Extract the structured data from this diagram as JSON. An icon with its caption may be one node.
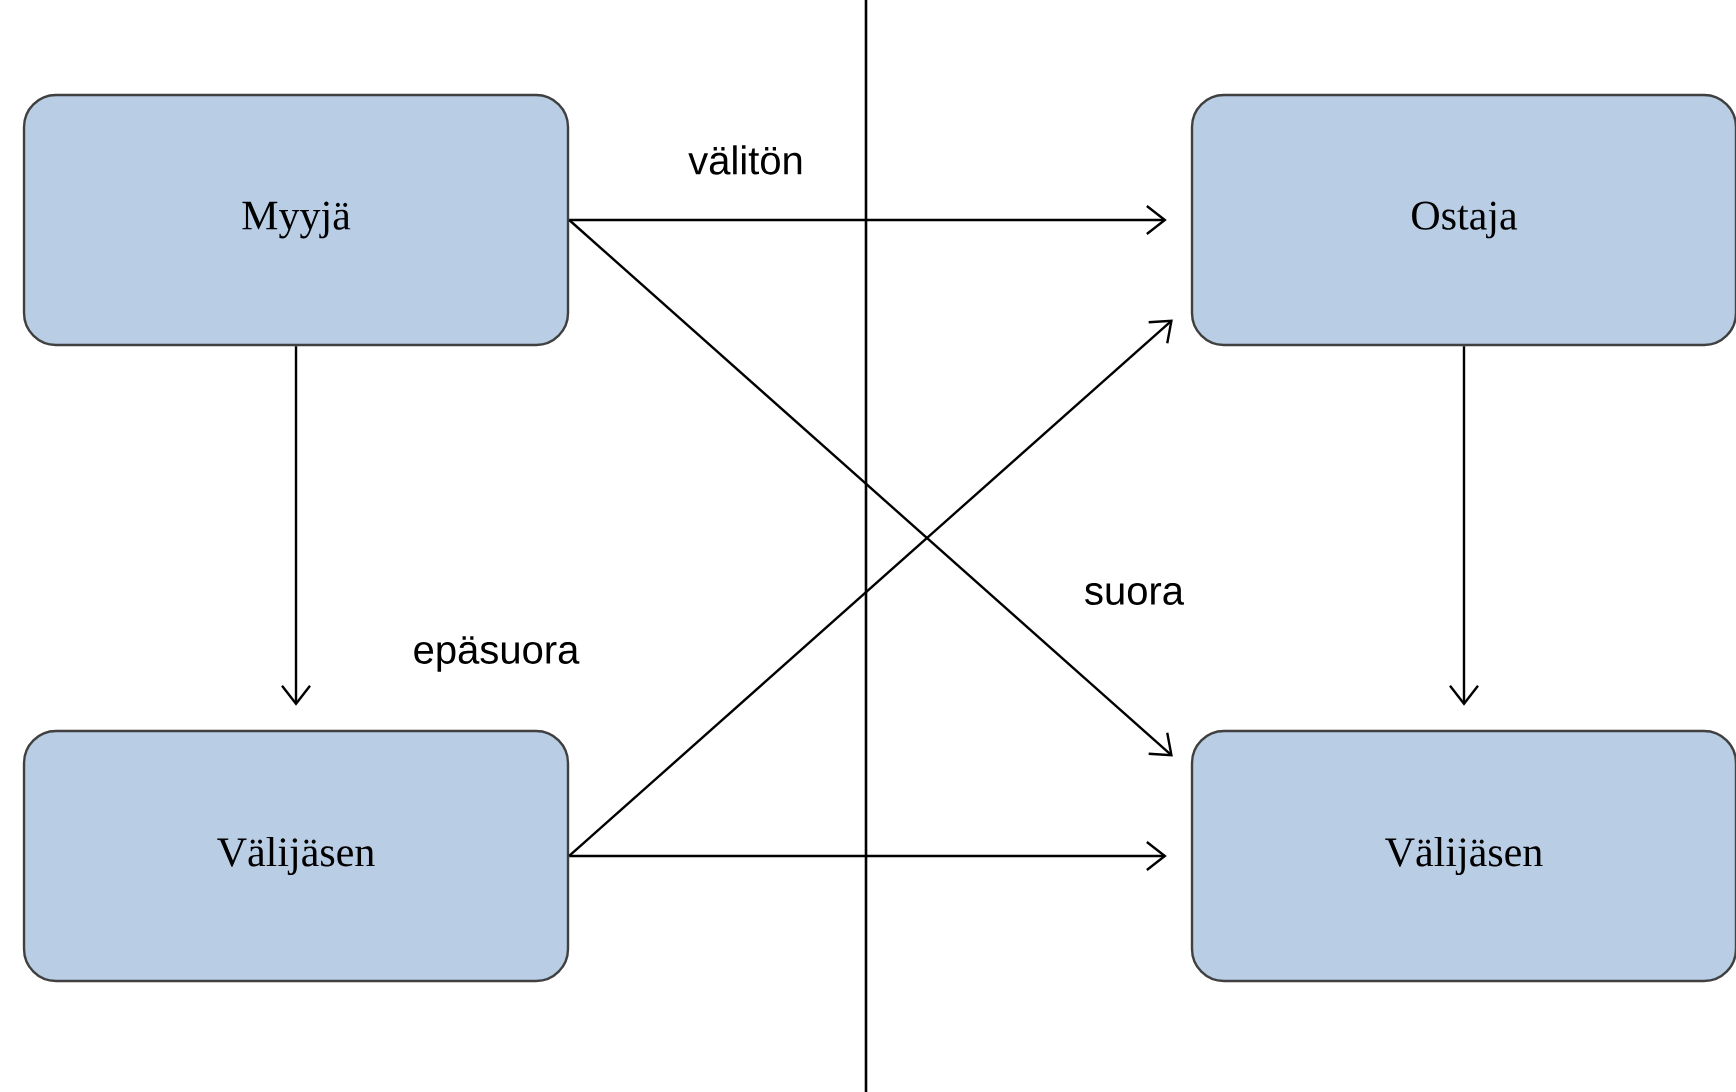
{
  "diagram": {
    "nodes": [
      {
        "text": [
          "Myyjä"
        ]
      },
      {
        "text": [
          "Ostaja"
        ]
      },
      {
        "text": [
          "Välijäsen"
        ]
      },
      {
        "text": [
          "Välijäsen"
        ]
      }
    ],
    "edges": [
      {
        "from": 0,
        "to": 1,
        "arrow": "to",
        "label": "välitön"
      },
      {
        "from": 0,
        "to": 2,
        "arrow": "to",
        "label": "epäsuora"
      },
      {
        "from": 0,
        "to": 3,
        "arrow": "to",
        "label": "suora"
      },
      {
        "from": 2,
        "to": 1,
        "arrow": "to"
      },
      {
        "from": 2,
        "to": 3,
        "arrow": "to"
      },
      {
        "from": 1,
        "to": 3,
        "arrow": "to"
      }
    ]
  }
}
